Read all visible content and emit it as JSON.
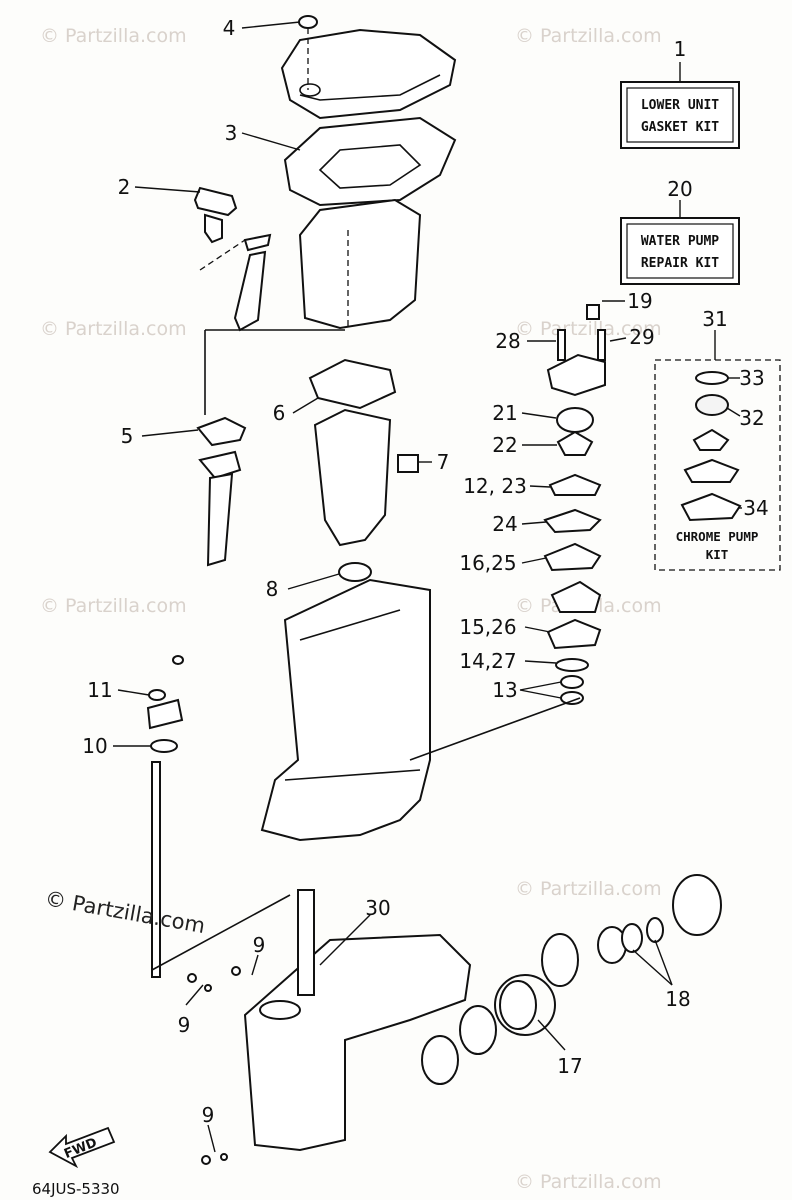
{
  "watermark": {
    "text": "© Partzilla.com"
  },
  "diagram_code": "64JUS-5330",
  "fwd_label": "FWD",
  "kits": {
    "lower_unit": {
      "number": "1",
      "line1": "LOWER UNIT",
      "line2": "GASKET KIT"
    },
    "water_pump": {
      "number": "20",
      "line1": "WATER PUMP",
      "line2": "REPAIR KIT"
    },
    "chrome_pump": {
      "number": "31",
      "line1": "CHROME PUMP",
      "line2": "KIT"
    }
  },
  "callouts": {
    "c2": "2",
    "c3": "3",
    "c4": "4",
    "c5": "5",
    "c6": "6",
    "c7": "7",
    "c8": "8",
    "c9a": "9",
    "c9b": "9",
    "c9c": "9",
    "c10": "10",
    "c11": "11",
    "c12_23": "12, 23",
    "c13": "13",
    "c14_27": "14,27",
    "c15_26": "15,26",
    "c16_25": "16,25",
    "c17": "17",
    "c18": "18",
    "c19": "19",
    "c21": "21",
    "c22": "22",
    "c24": "24",
    "c28": "28",
    "c29": "29",
    "c30": "30",
    "c32": "32",
    "c33": "33",
    "c34": "34"
  }
}
